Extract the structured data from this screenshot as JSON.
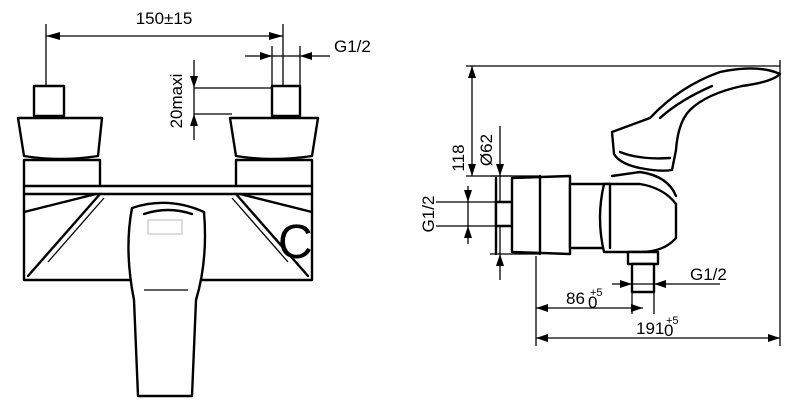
{
  "front_view": {
    "dim_width": "150±15",
    "dim_thread": "G1/2",
    "dim_depth": "20maxi",
    "cold_symbol": "C"
  },
  "side_view": {
    "dim_height": "118",
    "dim_diameter": "Ø62",
    "dim_inlet_thread": "G1/2",
    "dim_outlet_thread": "G1/2",
    "dim_outlet_offset": "86",
    "dim_outlet_offset_upper": "+5",
    "dim_outlet_offset_lower": "0",
    "dim_overall_length": "191",
    "dim_overall_length_upper": "+5",
    "dim_overall_length_lower": "0"
  }
}
